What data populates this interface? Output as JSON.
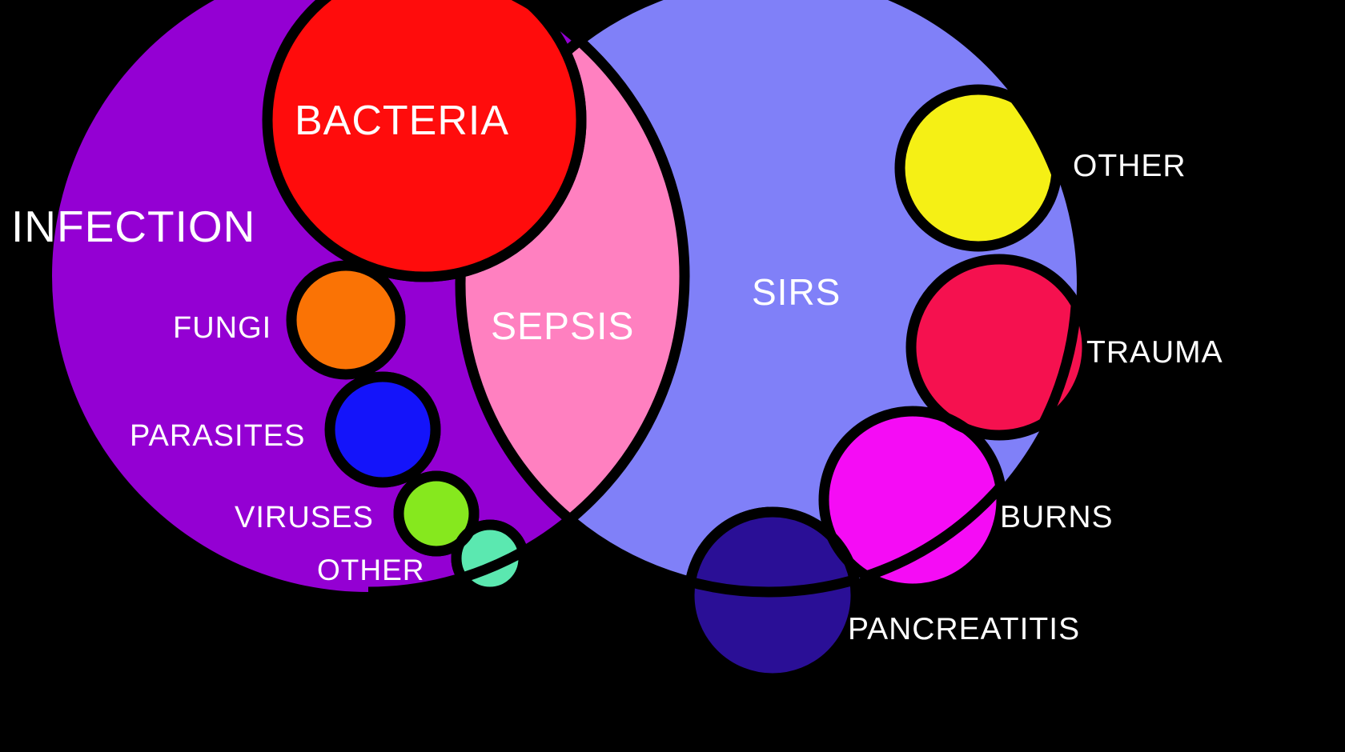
{
  "diagram": {
    "title": "Sepsis / SIRS / Infection Venn diagram",
    "background_color": "#000000",
    "stroke_color": "#000000",
    "label_color": "#ffffff"
  },
  "regions": {
    "infection": {
      "label": "INFECTION",
      "color": "#9400D3"
    },
    "sirs": {
      "label": "SIRS",
      "color": "#8080F8"
    },
    "sepsis": {
      "label": "SEPSIS",
      "color": "#FF80C0"
    }
  },
  "infection_causes": [
    {
      "label": "BACTERIA",
      "color": "#FF0C0C"
    },
    {
      "label": "FUNGI",
      "color": "#FA7305"
    },
    {
      "label": "PARASITES",
      "color": "#1414FA"
    },
    {
      "label": "VIRUSES",
      "color": "#86E81E"
    },
    {
      "label": "OTHER",
      "color": "#5BE8B0"
    }
  ],
  "sirs_causes": [
    {
      "label": "OTHER",
      "color": "#F5F015"
    },
    {
      "label": "TRAUMA",
      "color": "#F5114F"
    },
    {
      "label": "BURNS",
      "color": "#F50CF5"
    },
    {
      "label": "PANCREATITIS",
      "color": "#2A0F96"
    }
  ]
}
